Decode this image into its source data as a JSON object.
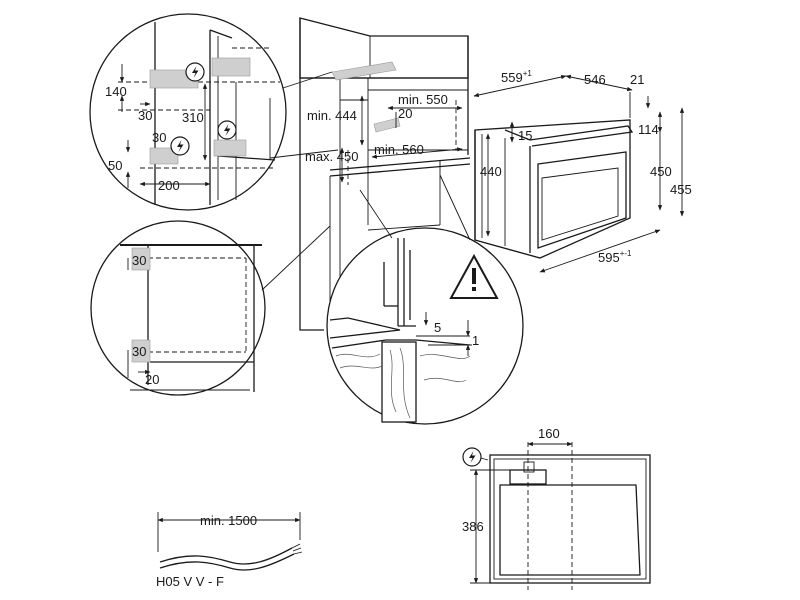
{
  "installation": {
    "cabinet": {
      "min_444": "min. 444",
      "max_450": "max. 450",
      "min_550": "min. 550",
      "min_560": "min. 560",
      "d_20": "20"
    },
    "oven": {
      "depth": "559",
      "depth_tol": "+1",
      "width_546": "546",
      "d_21": "21",
      "d_15": "15",
      "d_114": "114",
      "height_440": "440",
      "height_450": "450",
      "height_455": "455",
      "width": "595",
      "width_tol": "+-1"
    },
    "vent_detail": {
      "d_140": "140",
      "d_30_top": "30",
      "d_310": "310",
      "d_30_mid": "30",
      "d_50": "50",
      "d_200": "200",
      "electric_icon": "lightning-bolt-icon"
    },
    "side_detail": {
      "d_30_top": "30",
      "d_30_bottom": "30",
      "d_20": "20"
    },
    "fixing_detail": {
      "d_5": "5",
      "d_1": "1",
      "warning_icon": "warning-triangle-icon"
    },
    "rear_view": {
      "d_160": "160",
      "d_386": "386",
      "electric_icon": "lightning-bolt-icon"
    },
    "cable": {
      "length": "min. 1500",
      "type": "H05 V V - F"
    }
  }
}
